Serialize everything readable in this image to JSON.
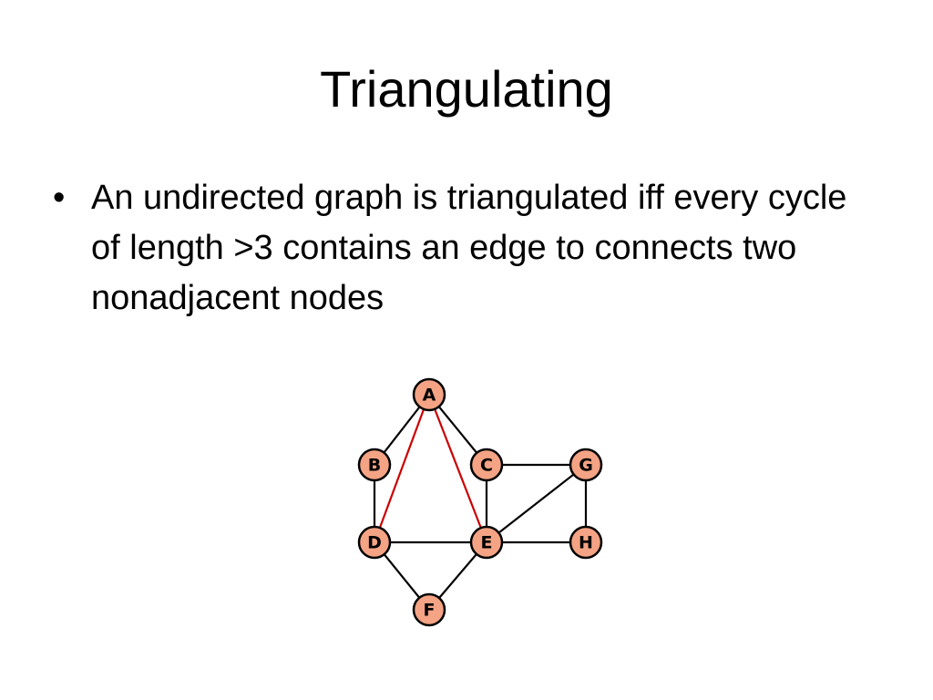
{
  "slide": {
    "title": "Triangulating",
    "bullets": [
      {
        "marker": "•",
        "text": "An undirected graph is triangulated iff every cycle of length >3 contains an edge to connects two nonadjacent nodes"
      }
    ]
  },
  "graph": {
    "node_fill": "#f4a384",
    "edge_color": "#000000",
    "chord_color": "#cc0000",
    "nodes": [
      "A",
      "B",
      "C",
      "D",
      "E",
      "F",
      "G",
      "H"
    ],
    "edges": [
      [
        "A",
        "B"
      ],
      [
        "A",
        "C"
      ],
      [
        "B",
        "D"
      ],
      [
        "C",
        "E"
      ],
      [
        "C",
        "G"
      ],
      [
        "D",
        "E"
      ],
      [
        "D",
        "F"
      ],
      [
        "E",
        "F"
      ],
      [
        "E",
        "G"
      ],
      [
        "E",
        "H"
      ],
      [
        "G",
        "H"
      ]
    ],
    "highlighted_edges": [
      [
        "A",
        "D"
      ],
      [
        "A",
        "E"
      ]
    ]
  }
}
